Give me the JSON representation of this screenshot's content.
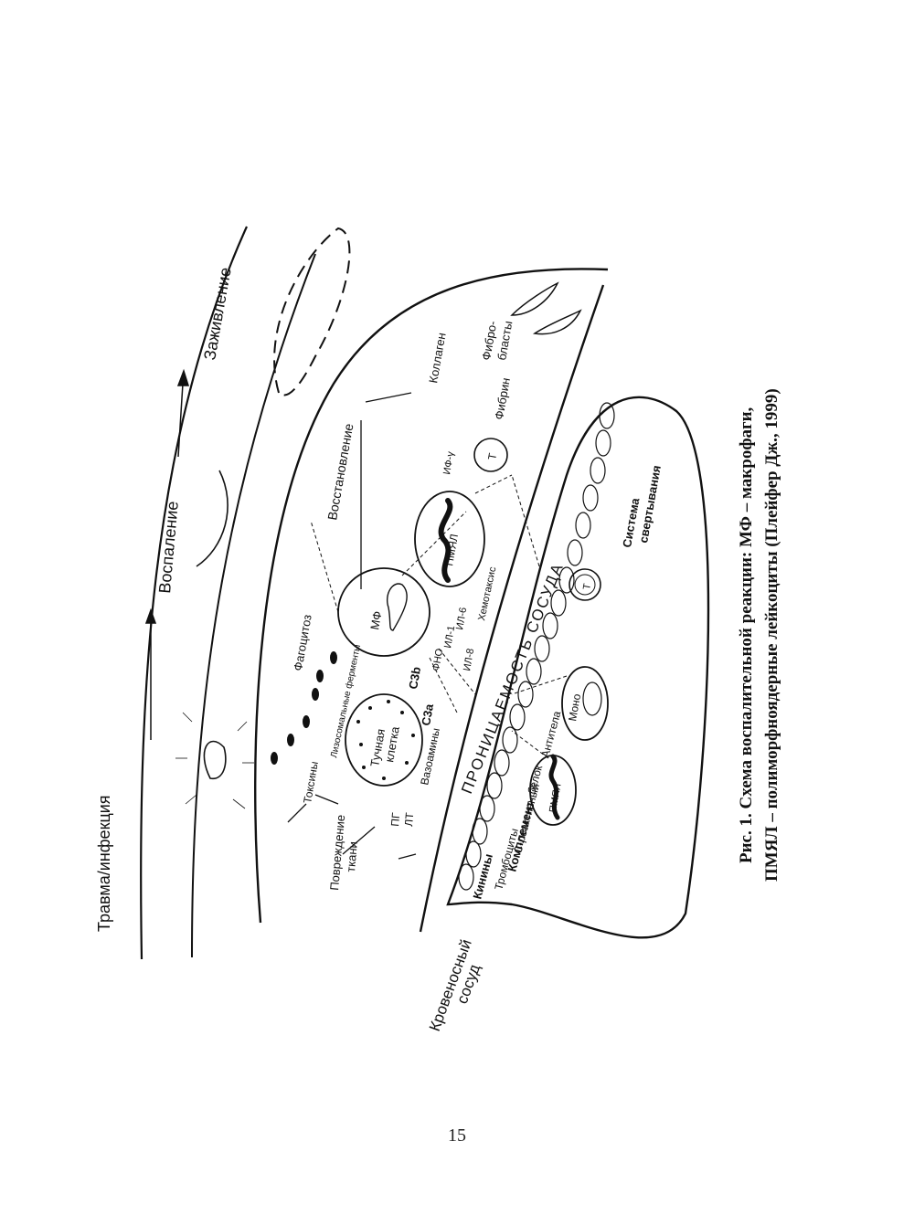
{
  "diagram": {
    "stages": [
      "Травма/инфекция",
      "Воспаление",
      "Заживление"
    ],
    "vessel_label": [
      "Кровеносный",
      "сосуд"
    ],
    "permeability_label": "ПРОНИЦАЕМОСТЬ СОСУДА",
    "tissue_damage": [
      "Повреждение",
      "ткани"
    ],
    "toxins": "Токсины",
    "mast_cell": [
      "Тучная",
      "клетка"
    ],
    "pg_lt": [
      "ПГ",
      "ЛТ"
    ],
    "vasoamines": "Вазоамины",
    "lysosomal_enzymes": "Лизосомальные ферменты",
    "phagocytosis": "Фагоцитоз",
    "c3a": "С3а",
    "c3b": "С3b",
    "mf": "МФ",
    "cytokines": [
      "ФНО",
      "ИЛ-1",
      "ИЛ-6",
      "ИЛ-8"
    ],
    "chemotaxis": "Хемотаксис",
    "pmnl": "ПМЯЛ",
    "restoration": "Восстановление",
    "if_gamma": "ИФ-γ",
    "t_cell": "Т",
    "fibrin": "Фибрин",
    "collagen": "Коллаген",
    "fibroblasts": [
      "Фибро-",
      "бласты"
    ],
    "coagulation": [
      "Система",
      "свертывания"
    ],
    "mono": "Моно",
    "antibodies": "Антитела",
    "c_reactive": [
      "С-реактивный",
      "белок"
    ],
    "complement": "Комплемент",
    "kinins": "Кинины",
    "platelets": "Тромбоциты"
  },
  "caption": [
    "Рис. 1. Схема воспалительной реакции: МФ – макрофаги,",
    "ПМЯЛ – полиморфноядерные лейкоциты (Плейфер Дж., 1999)"
  ],
  "page_number": "15"
}
